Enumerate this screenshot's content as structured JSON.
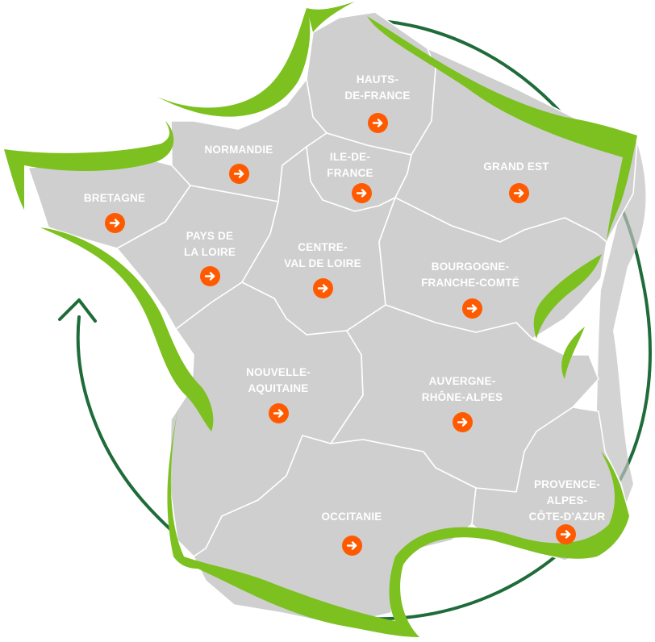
{
  "colors": {
    "region_fill": "#cfcfcf",
    "region_border": "#ffffff",
    "label_text": "#ffffff",
    "arrow_button": "#ff5a00",
    "swoosh_green": "#7cc11f",
    "swoosh_shadow": "#c0c0c0",
    "circle_arrow": "#1f6b3a"
  },
  "icons": {
    "region_button": "arrow-right-icon",
    "cycle": "circular-arrow-icon"
  },
  "regions": {
    "bretagne": {
      "lines": [
        "BRETAGNE"
      ]
    },
    "normandie": {
      "lines": [
        "NORMANDIE"
      ]
    },
    "hauts_de_france": {
      "lines": [
        "HAUTS-",
        "DE-FRANCE"
      ]
    },
    "ile_de_france": {
      "lines": [
        "ILE-DE-",
        "FRANCE"
      ]
    },
    "grand_est": {
      "lines": [
        "GRAND EST"
      ]
    },
    "pays_de_la_loire": {
      "lines": [
        "PAYS DE",
        "LA LOIRE"
      ]
    },
    "centre_val_de_loire": {
      "lines": [
        "CENTRE-",
        "VAL DE LOIRE"
      ]
    },
    "bourgogne_franche_comte": {
      "lines": [
        "BOURGOGNE-",
        "FRANCHE-COMTÉ"
      ]
    },
    "nouvelle_aquitaine": {
      "lines": [
        "NOUVELLE-",
        "AQUITAINE"
      ]
    },
    "auvergne_rhone_alpes": {
      "lines": [
        "AUVERGNE-",
        "RHÔNE-ALPES"
      ]
    },
    "occitanie": {
      "lines": [
        "OCCITANIE"
      ]
    },
    "provence_alpes_cote_dazur": {
      "lines": [
        "PROVENCE-",
        "ALPES-",
        "CÔTE-D'AZUR"
      ]
    }
  }
}
